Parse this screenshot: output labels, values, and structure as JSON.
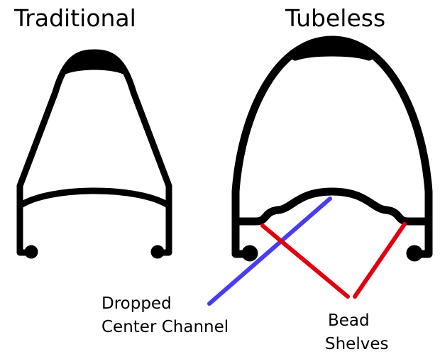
{
  "titles": {
    "traditional": "Traditional",
    "tubeless": "Tubeless"
  },
  "labels": {
    "dropped_line1": "Dropped",
    "dropped_line2": "Center Channel",
    "bead_line1": "Bead",
    "bead_line2": "Shelves"
  },
  "colors": {
    "rim": "#000000",
    "channel_pointer": "#4a3cf0",
    "bead_pointer": "#e00010"
  }
}
